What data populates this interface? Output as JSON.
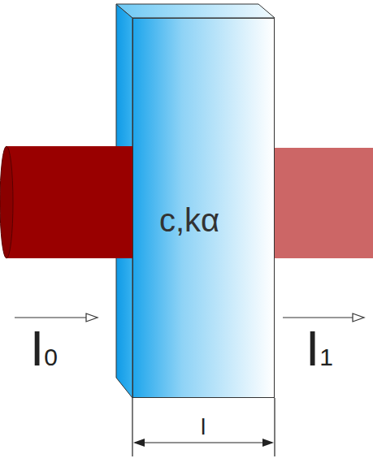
{
  "diagram": {
    "nodes": [
      {
        "text": [
          "c,kα"
        ]
      }
    ],
    "labels": [
      "I0",
      "I1",
      "l"
    ]
  }
}
